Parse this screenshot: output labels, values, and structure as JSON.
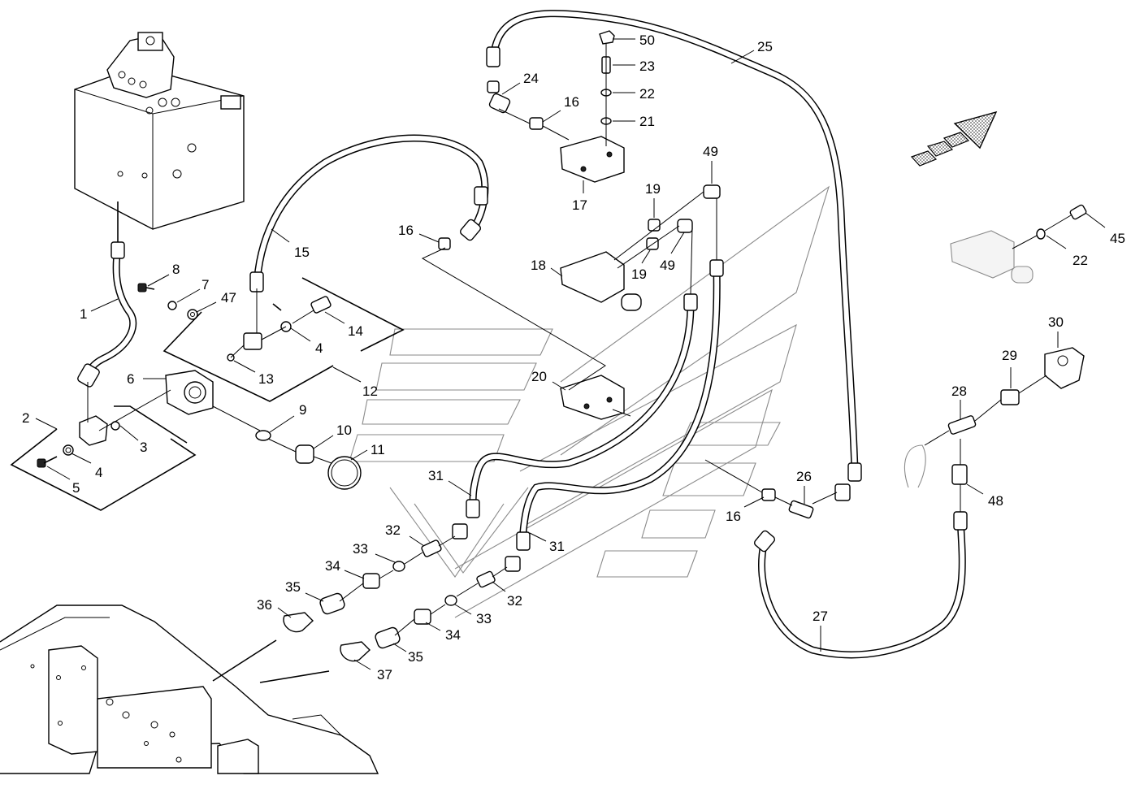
{
  "callouts": [
    "1",
    "2",
    "3",
    "4",
    "4",
    "5",
    "6",
    "7",
    "8",
    "9",
    "10",
    "11",
    "12",
    "13",
    "14",
    "15",
    "16",
    "16",
    "16",
    "17",
    "18",
    "19",
    "19",
    "20",
    "21",
    "22",
    "22",
    "23",
    "24",
    "25",
    "26",
    "27",
    "28",
    "29",
    "30",
    "31",
    "31",
    "32",
    "32",
    "33",
    "33",
    "34",
    "34",
    "35",
    "35",
    "36",
    "37",
    "45",
    "47",
    "48",
    "49",
    "49",
    "50"
  ],
  "direction_arrow_icon": "direction-arrow-icon"
}
